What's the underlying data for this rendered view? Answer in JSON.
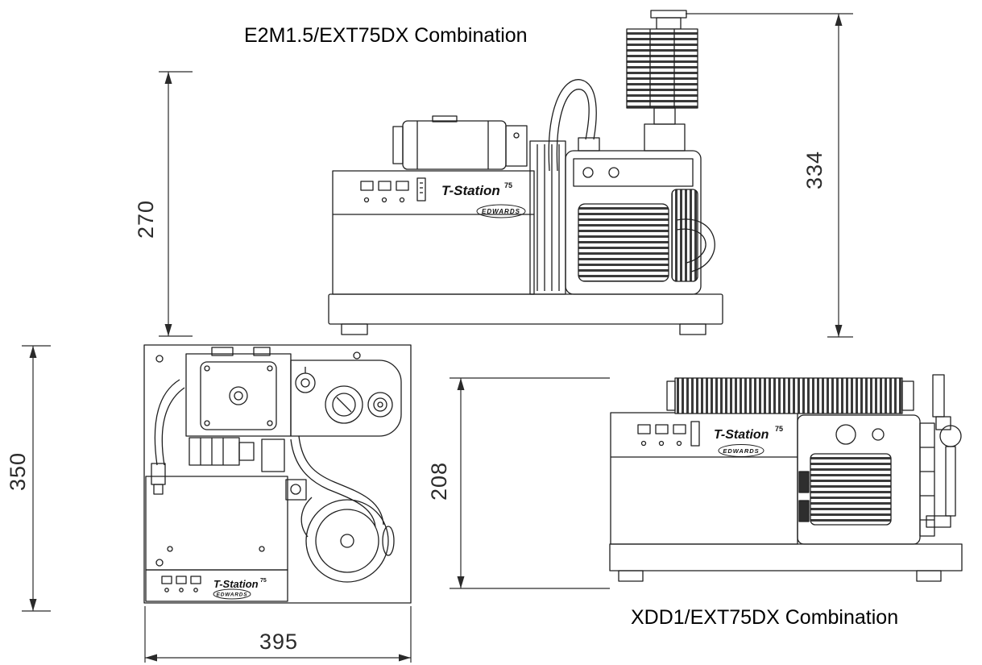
{
  "titles": {
    "top_combination": "E2M1.5/EXT75DX Combination",
    "bottom_combination": "XDD1/EXT75DX Combination"
  },
  "dimensions": {
    "height_270": "270",
    "height_334": "334",
    "depth_350": "350",
    "width_395": "395",
    "height_208": "208"
  },
  "drawing_labels": {
    "product_name": "T-Station",
    "product_model": "75",
    "brand": "EDWARDS"
  },
  "colors": {
    "line": "#1f1f1f",
    "dimension": "#2a2a2a",
    "background": "#ffffff"
  }
}
